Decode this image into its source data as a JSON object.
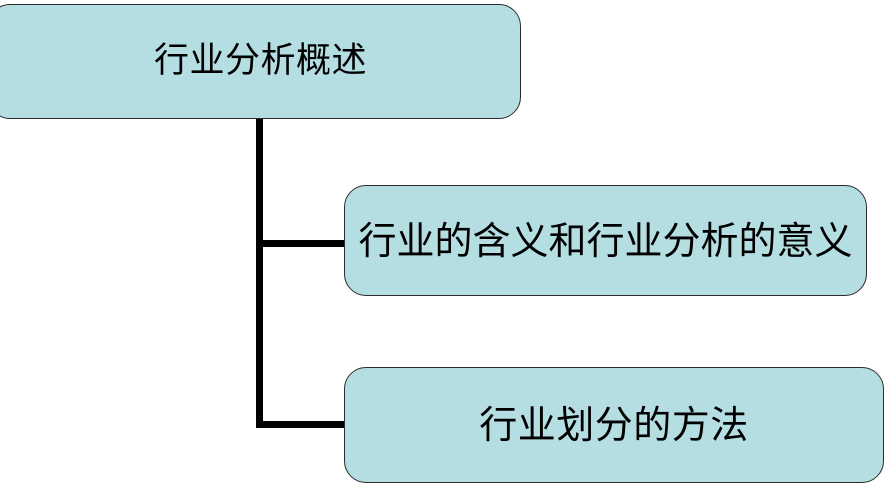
{
  "diagram": {
    "title": "行业分析概述",
    "background_color": "#ffffff",
    "node_fill_color": "#b5dee3",
    "node_border_color": "#2b2b2b",
    "connector_color": "#000000",
    "nodes": [
      {
        "id": "root",
        "label": "行业分析概述",
        "level": 0
      },
      {
        "id": "meaning",
        "label": "行业的含义和行业分析的意义",
        "level": 1
      },
      {
        "id": "classify",
        "label": "行业划分的方法",
        "level": 1
      }
    ],
    "connectors": [
      {
        "id": "trunk",
        "from": "root",
        "type": "vertical-spine"
      },
      {
        "id": "branch-1",
        "from": "root",
        "to": "meaning",
        "type": "horizontal-branch"
      },
      {
        "id": "branch-2",
        "from": "root",
        "to": "classify",
        "type": "horizontal-branch"
      }
    ]
  }
}
